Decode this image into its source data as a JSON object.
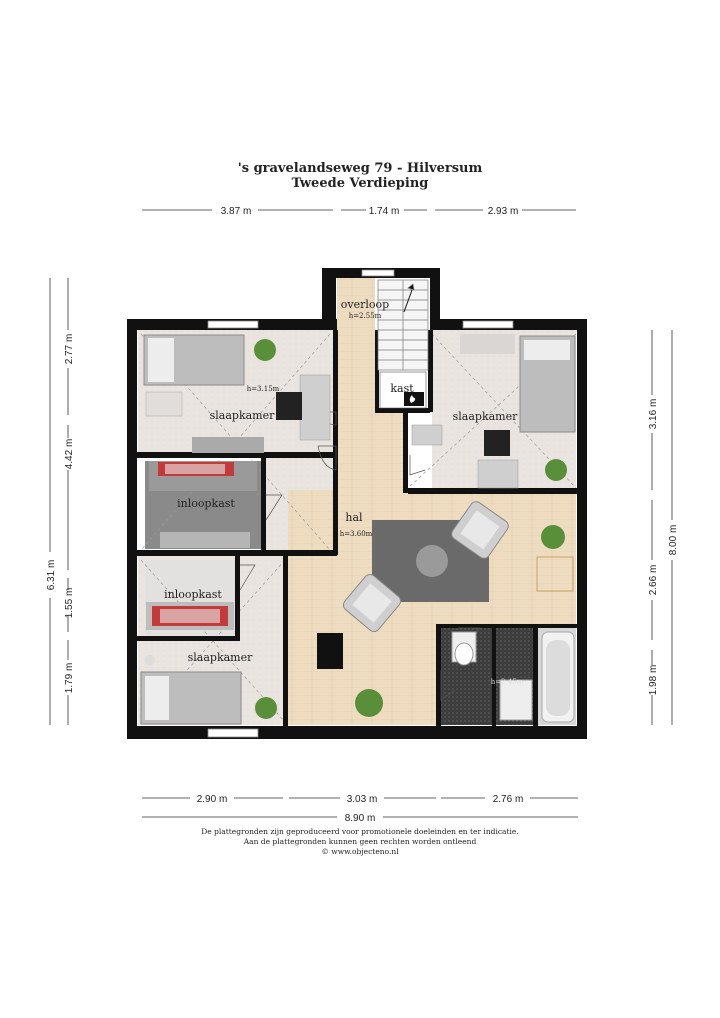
{
  "header": {
    "address": "'s gravelandseweg 79 - Hilversum",
    "floor": "Tweede Verdieping"
  },
  "dimensions": {
    "top": [
      "3.87 m",
      "1.74 m",
      "2.93 m"
    ],
    "bottom": [
      "2.90 m",
      "3.03 m",
      "2.76 m"
    ],
    "bottom_total": "8.90 m",
    "left_outer": "6.31 m",
    "left_inner": [
      "2.77 m",
      "4.42 m",
      "1.55 m",
      "1.79 m"
    ],
    "right_outer": "8.00 m",
    "right_inner": [
      "3.16 m",
      "2.66 m",
      "1.98 m"
    ]
  },
  "rooms": {
    "overloop": {
      "label": "overloop",
      "height": "h=2.55m"
    },
    "kast": {
      "label": "kast"
    },
    "slaapkamer_nw": {
      "label": "slaapkamer",
      "height": "h=3.15m"
    },
    "slaapkamer_ne": {
      "label": "slaapkamer"
    },
    "inloopkast_1": {
      "label": "inloopkast"
    },
    "inloopkast_2": {
      "label": "inloopkast"
    },
    "hal": {
      "label": "hal",
      "height": "h=3.60m"
    },
    "slaapkamer_sw": {
      "label": "slaapkamer"
    },
    "badkamer": {
      "height": "h=2.45m"
    }
  },
  "footer": {
    "line1": "De plattegronden zijn geproduceerd voor promotionele doeleinden en ter indicatie.",
    "line2": "Aan de plattegronden kunnen geen rechten worden ontleend",
    "line3": "© www.objecteno.nl"
  },
  "colors": {
    "wall": "#111111",
    "floor_tile": "#e9e4df",
    "floor_wood": "#eedcc0",
    "floor_dark": "#8d8d8d",
    "rug": "#6a6a6a",
    "bath_floor": "#3a3a3a"
  }
}
